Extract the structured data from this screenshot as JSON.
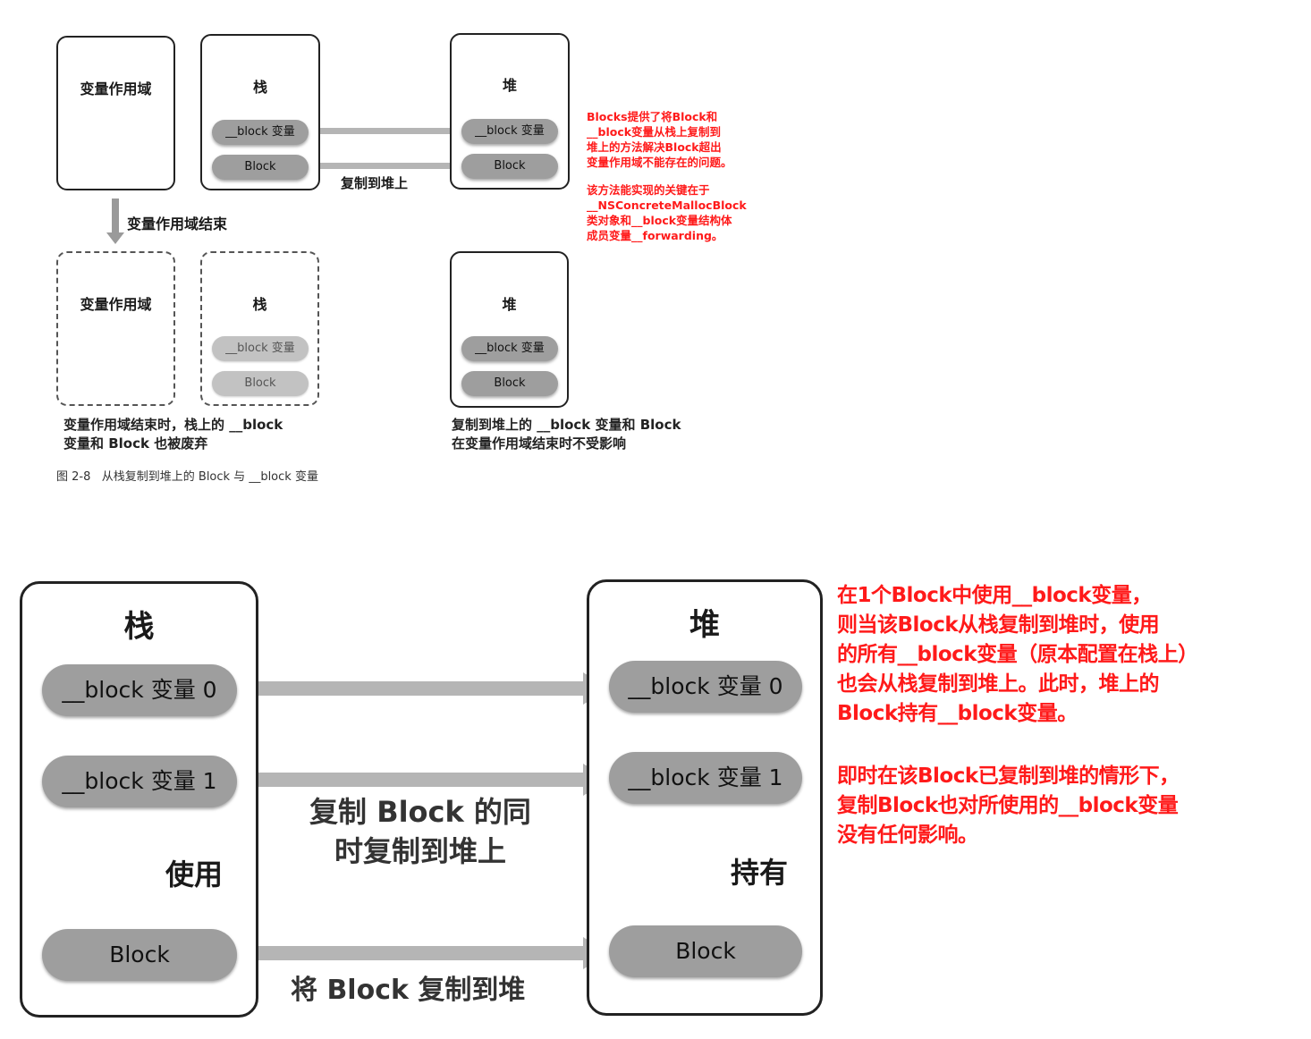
{
  "top": {
    "scope_label": "变量作用域",
    "stack_label": "栈",
    "heap_label": "堆",
    "block_var_label": "__block 变量",
    "block_label": "Block",
    "copy_to_heap": "复制到堆上",
    "scope_end": "变量作用域结束",
    "caption_left": [
      "变量作用域结束时，栈上的 __block",
      "变量和 Block 也被废弃"
    ],
    "caption_right": [
      "复制到堆上的 __block 变量和 Block",
      "在变量作用域结束时不受影响"
    ],
    "figure_caption": "图 2-8   从栈复制到堆上的 Block 与 __block 变量",
    "note1": [
      "Blocks提供了将Block和",
      "__block变量从栈上复制到",
      "堆上的方法解决Block超出",
      "变量作用域不能存在的问题。"
    ],
    "note2": [
      "该方法能实现的关键在于",
      "__NSConcreteMallocBlock",
      "类对象和__block变量结构体",
      "成员变量__forwarding。"
    ]
  },
  "bottom": {
    "stack_label": "栈",
    "heap_label": "堆",
    "block_var0": "__block 变量 0",
    "block_var1": "__block 变量 1",
    "block_label": "Block",
    "use_label": "使用",
    "hold_label": "持有",
    "copy_same_time": [
      "复制 Block 的同",
      "时复制到堆上"
    ],
    "copy_block_to_heap": "将 Block 复制到堆",
    "note1": [
      "在1个Block中使用__block变量，",
      "则当该Block从栈复制到堆时，使用",
      "的所有__block变量（原本配置在栈上）",
      "也会从栈复制到堆上。此时，堆上的",
      "Block持有__block变量。"
    ],
    "note2": [
      "即时在该Block已复制到堆的情形下，",
      "复制Block也对所使用的__block变量",
      "没有任何影响。"
    ]
  },
  "colors": {
    "pill": "#9e9e9e",
    "pill_faded": "#c2c2c2",
    "arrow": "#b5b5b5",
    "note": "#ff1a1a"
  }
}
